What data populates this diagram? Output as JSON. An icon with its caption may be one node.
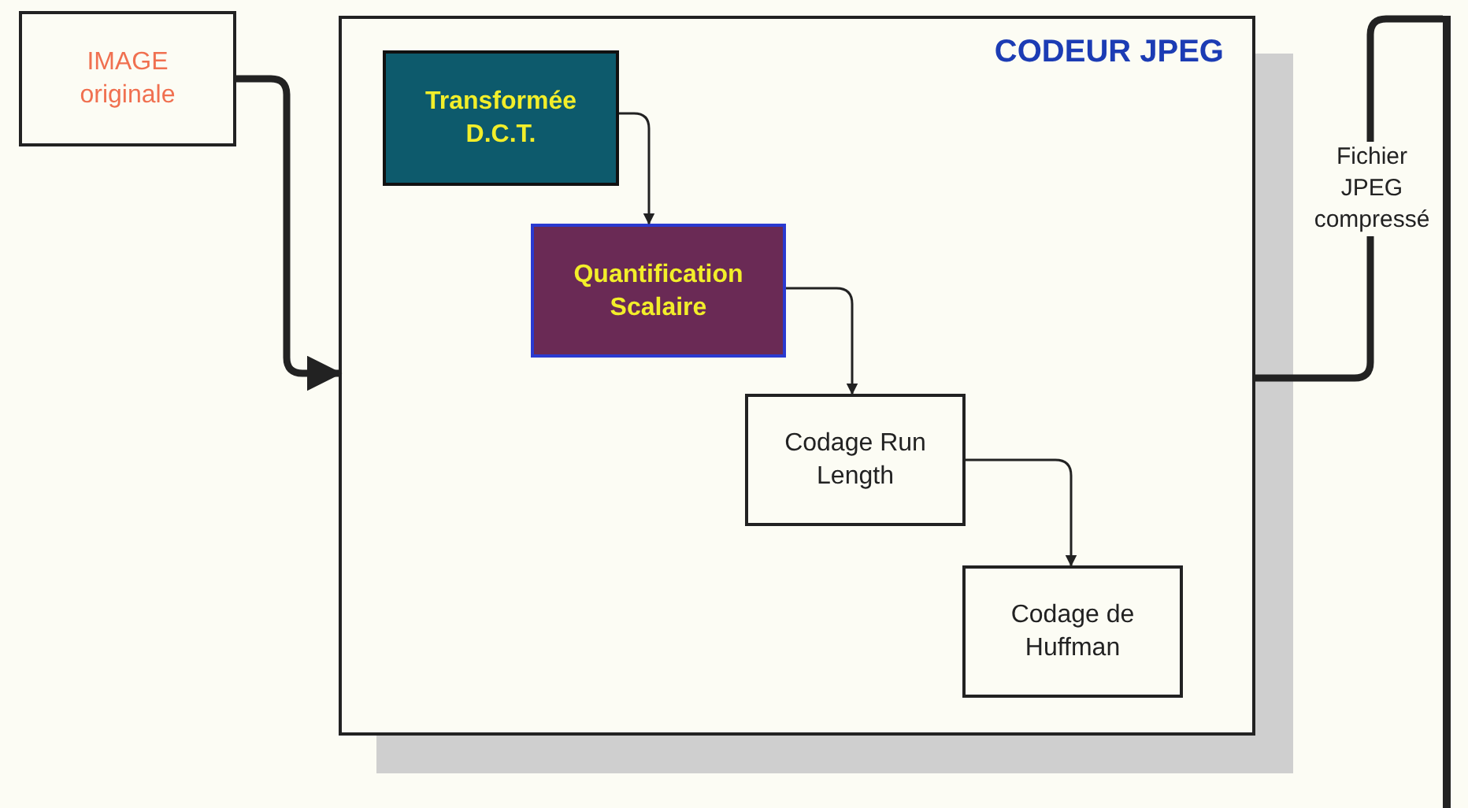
{
  "diagram": {
    "nodes": [
      {
        "text": [
          "IMAGE originale"
        ]
      },
      {
        "text": [
          "CODEUR JPEG"
        ]
      },
      {
        "text": [
          "Transformée D.C.T."
        ],
        "in": 1
      },
      {
        "text": [
          "Quantification Scalaire"
        ],
        "in": 1
      },
      {
        "text": [
          "Codage Run Length"
        ],
        "in": 1
      },
      {
        "text": [
          "Codage de Huffman"
        ],
        "in": 1
      },
      {
        "text": [],
        "shape": "bar"
      }
    ],
    "edges": [
      {
        "from": 0,
        "to": 1,
        "arrow": "to",
        "style": "thick"
      },
      {
        "from": 2,
        "to": 3,
        "arrow": "to"
      },
      {
        "from": 3,
        "to": 4,
        "arrow": "to"
      },
      {
        "from": 4,
        "to": 5,
        "arrow": "to"
      },
      {
        "from": 1,
        "to": 6,
        "arrow": "none",
        "style": "thick",
        "label": "Fichier JPEG compressé"
      }
    ]
  }
}
